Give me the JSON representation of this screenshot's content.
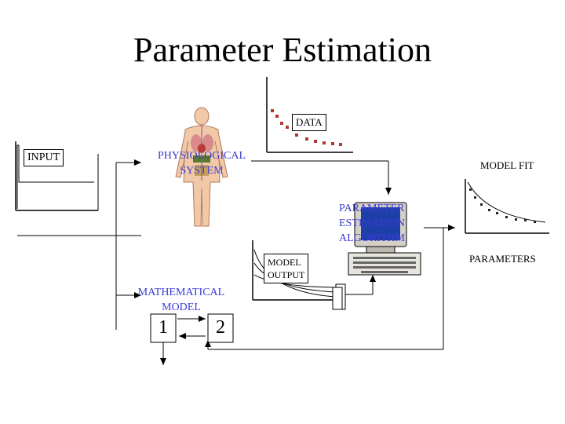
{
  "title": "Parameter Estimation",
  "labels": {
    "input": "INPUT",
    "physiological_system": [
      "PHYSIOLOGICAL",
      "SYSTEM"
    ],
    "data": "DATA",
    "model_fit": "MODEL FIT",
    "parameter_estimation_algorithm": [
      "PARAMETER",
      "ESTIMATION",
      "ALGORITHM"
    ],
    "model_output": [
      "MODEL",
      "OUTPUT"
    ],
    "mathematical_model": [
      "MATHEMATICAL",
      "MODEL"
    ],
    "parameters": "PARAMETERS",
    "compartment_1": "1",
    "compartment_2": "2"
  },
  "colors": {
    "text_blue": "#3b3bd6",
    "data_points": "#b03a2e",
    "fit_points": "#222222",
    "line": "#000000"
  },
  "icons": [
    "human-body-icon",
    "computer-icon",
    "input-pulse-icon"
  ]
}
